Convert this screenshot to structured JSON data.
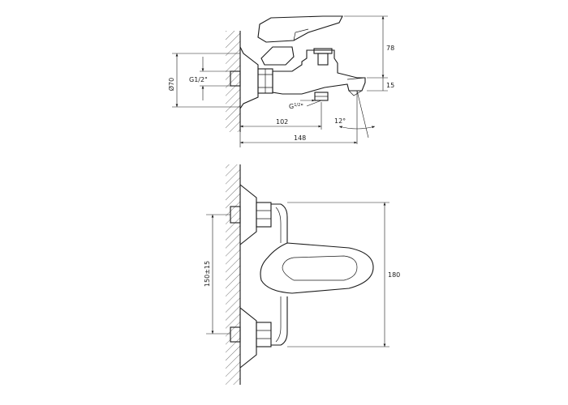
{
  "top_view": {
    "dim_diameter": "Ø70",
    "dim_thread": "G1/2\"",
    "dim_height": "78",
    "dim_spout": "15",
    "dim_shower_thread": "G",
    "dim_shower_thread_frac": "1/2",
    "dim_shower_thread_unit": "\"",
    "dim_offset": "102",
    "dim_angle": "12°",
    "dim_total_depth": "148"
  },
  "front_view": {
    "dim_centers": "150±15",
    "dim_width": "180"
  }
}
